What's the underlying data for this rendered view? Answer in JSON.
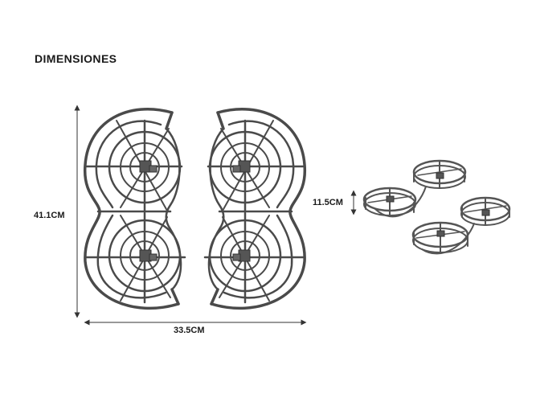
{
  "title": "DIMENSIONES",
  "dimensions": {
    "height_label": "41.1CM",
    "width_label": "33.5CM",
    "depth_label": "11.5CM"
  },
  "colors": {
    "frame": "#4a4a4a",
    "frame_light": "#6f6f6f",
    "arrow": "#333333",
    "background": "#ffffff"
  }
}
